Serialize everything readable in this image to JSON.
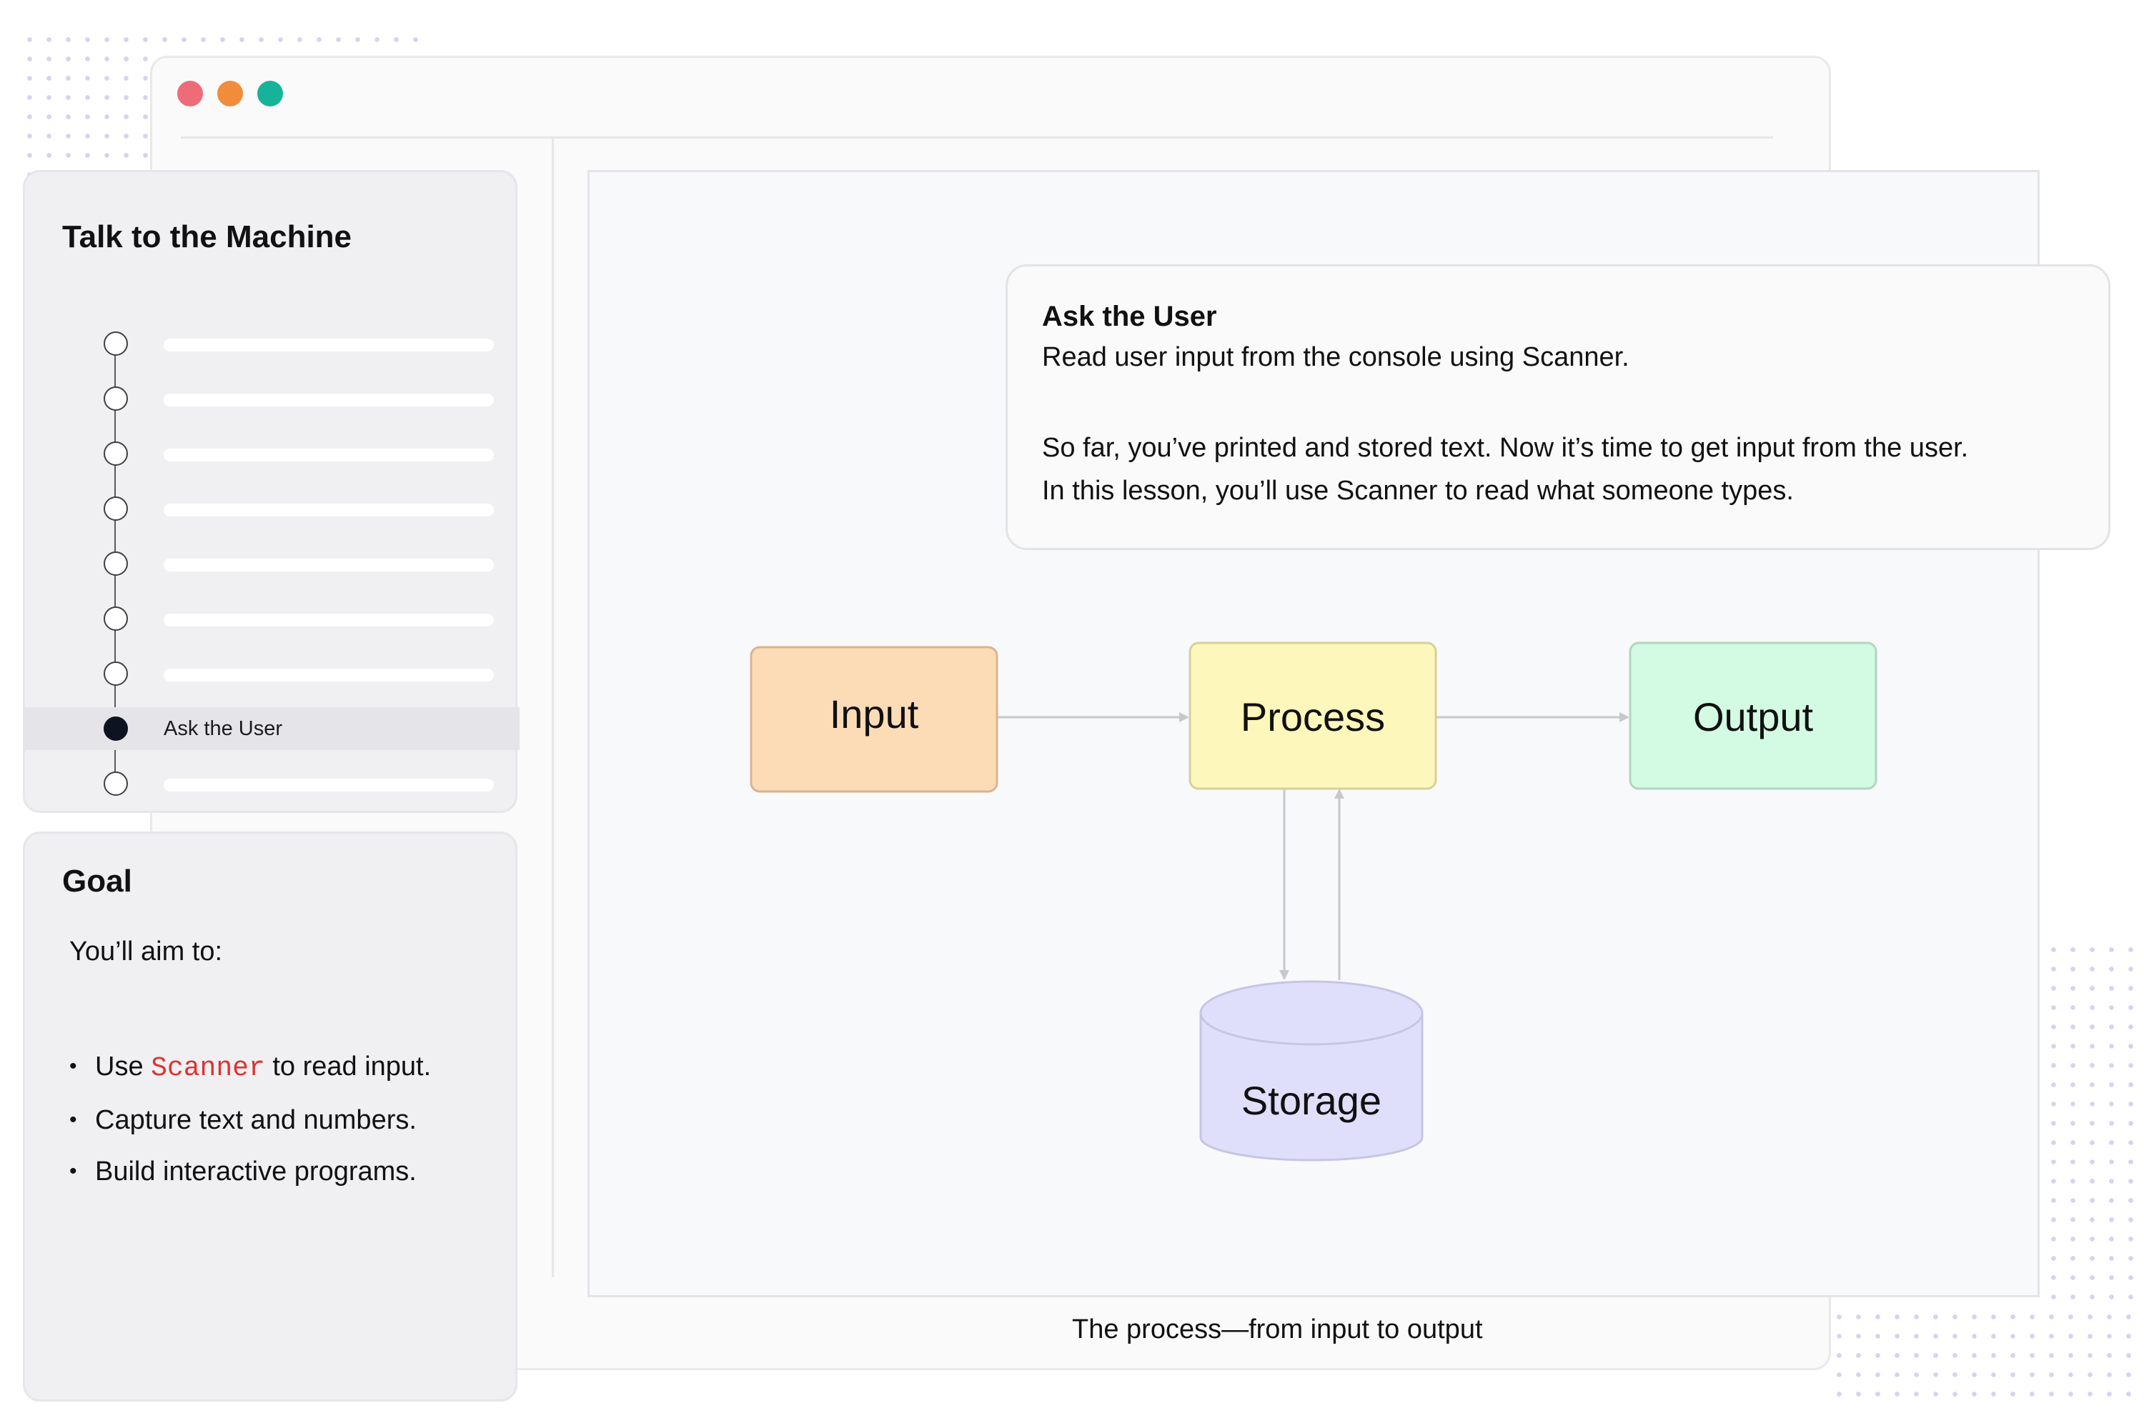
{
  "window": {
    "traffic_lights": {
      "red": "#ee6c77",
      "orange": "#f18c3b",
      "green": "#17b29a"
    }
  },
  "lesson_panel": {
    "title": "Talk to the Machine",
    "steps": [
      {
        "label": "",
        "state": "incomplete"
      },
      {
        "label": "",
        "state": "incomplete"
      },
      {
        "label": "",
        "state": "incomplete"
      },
      {
        "label": "",
        "state": "incomplete"
      },
      {
        "label": "",
        "state": "incomplete"
      },
      {
        "label": "",
        "state": "incomplete"
      },
      {
        "label": "",
        "state": "incomplete"
      },
      {
        "label": "Ask the User",
        "state": "current"
      },
      {
        "label": "",
        "state": "incomplete"
      }
    ]
  },
  "goal_panel": {
    "title": "Goal",
    "intro": "You’ll aim to:",
    "items": [
      {
        "before": "Use ",
        "code": "Scanner",
        "after": " to read input."
      },
      {
        "before": "Capture text and numbers.",
        "code": "",
        "after": ""
      },
      {
        "before": "Build interactive programs.",
        "code": "",
        "after": ""
      }
    ]
  },
  "callout": {
    "title": "Ask the User",
    "subtitle": "Read user input from the console using Scanner.",
    "body_line1": "So far, you’ve printed and stored text. Now it’s time to get input from the user.",
    "body_line2": "In this lesson, you’ll use Scanner to read what someone types."
  },
  "diagram": {
    "nodes": {
      "input": {
        "label": "Input",
        "color": "#fcdcb7"
      },
      "process": {
        "label": "Process",
        "color": "#fdf7bb"
      },
      "output": {
        "label": "Output",
        "color": "#d3fae3"
      },
      "storage": {
        "label": "Storage",
        "color": "#dfdffc"
      }
    },
    "caption": "The process—from input to output"
  }
}
